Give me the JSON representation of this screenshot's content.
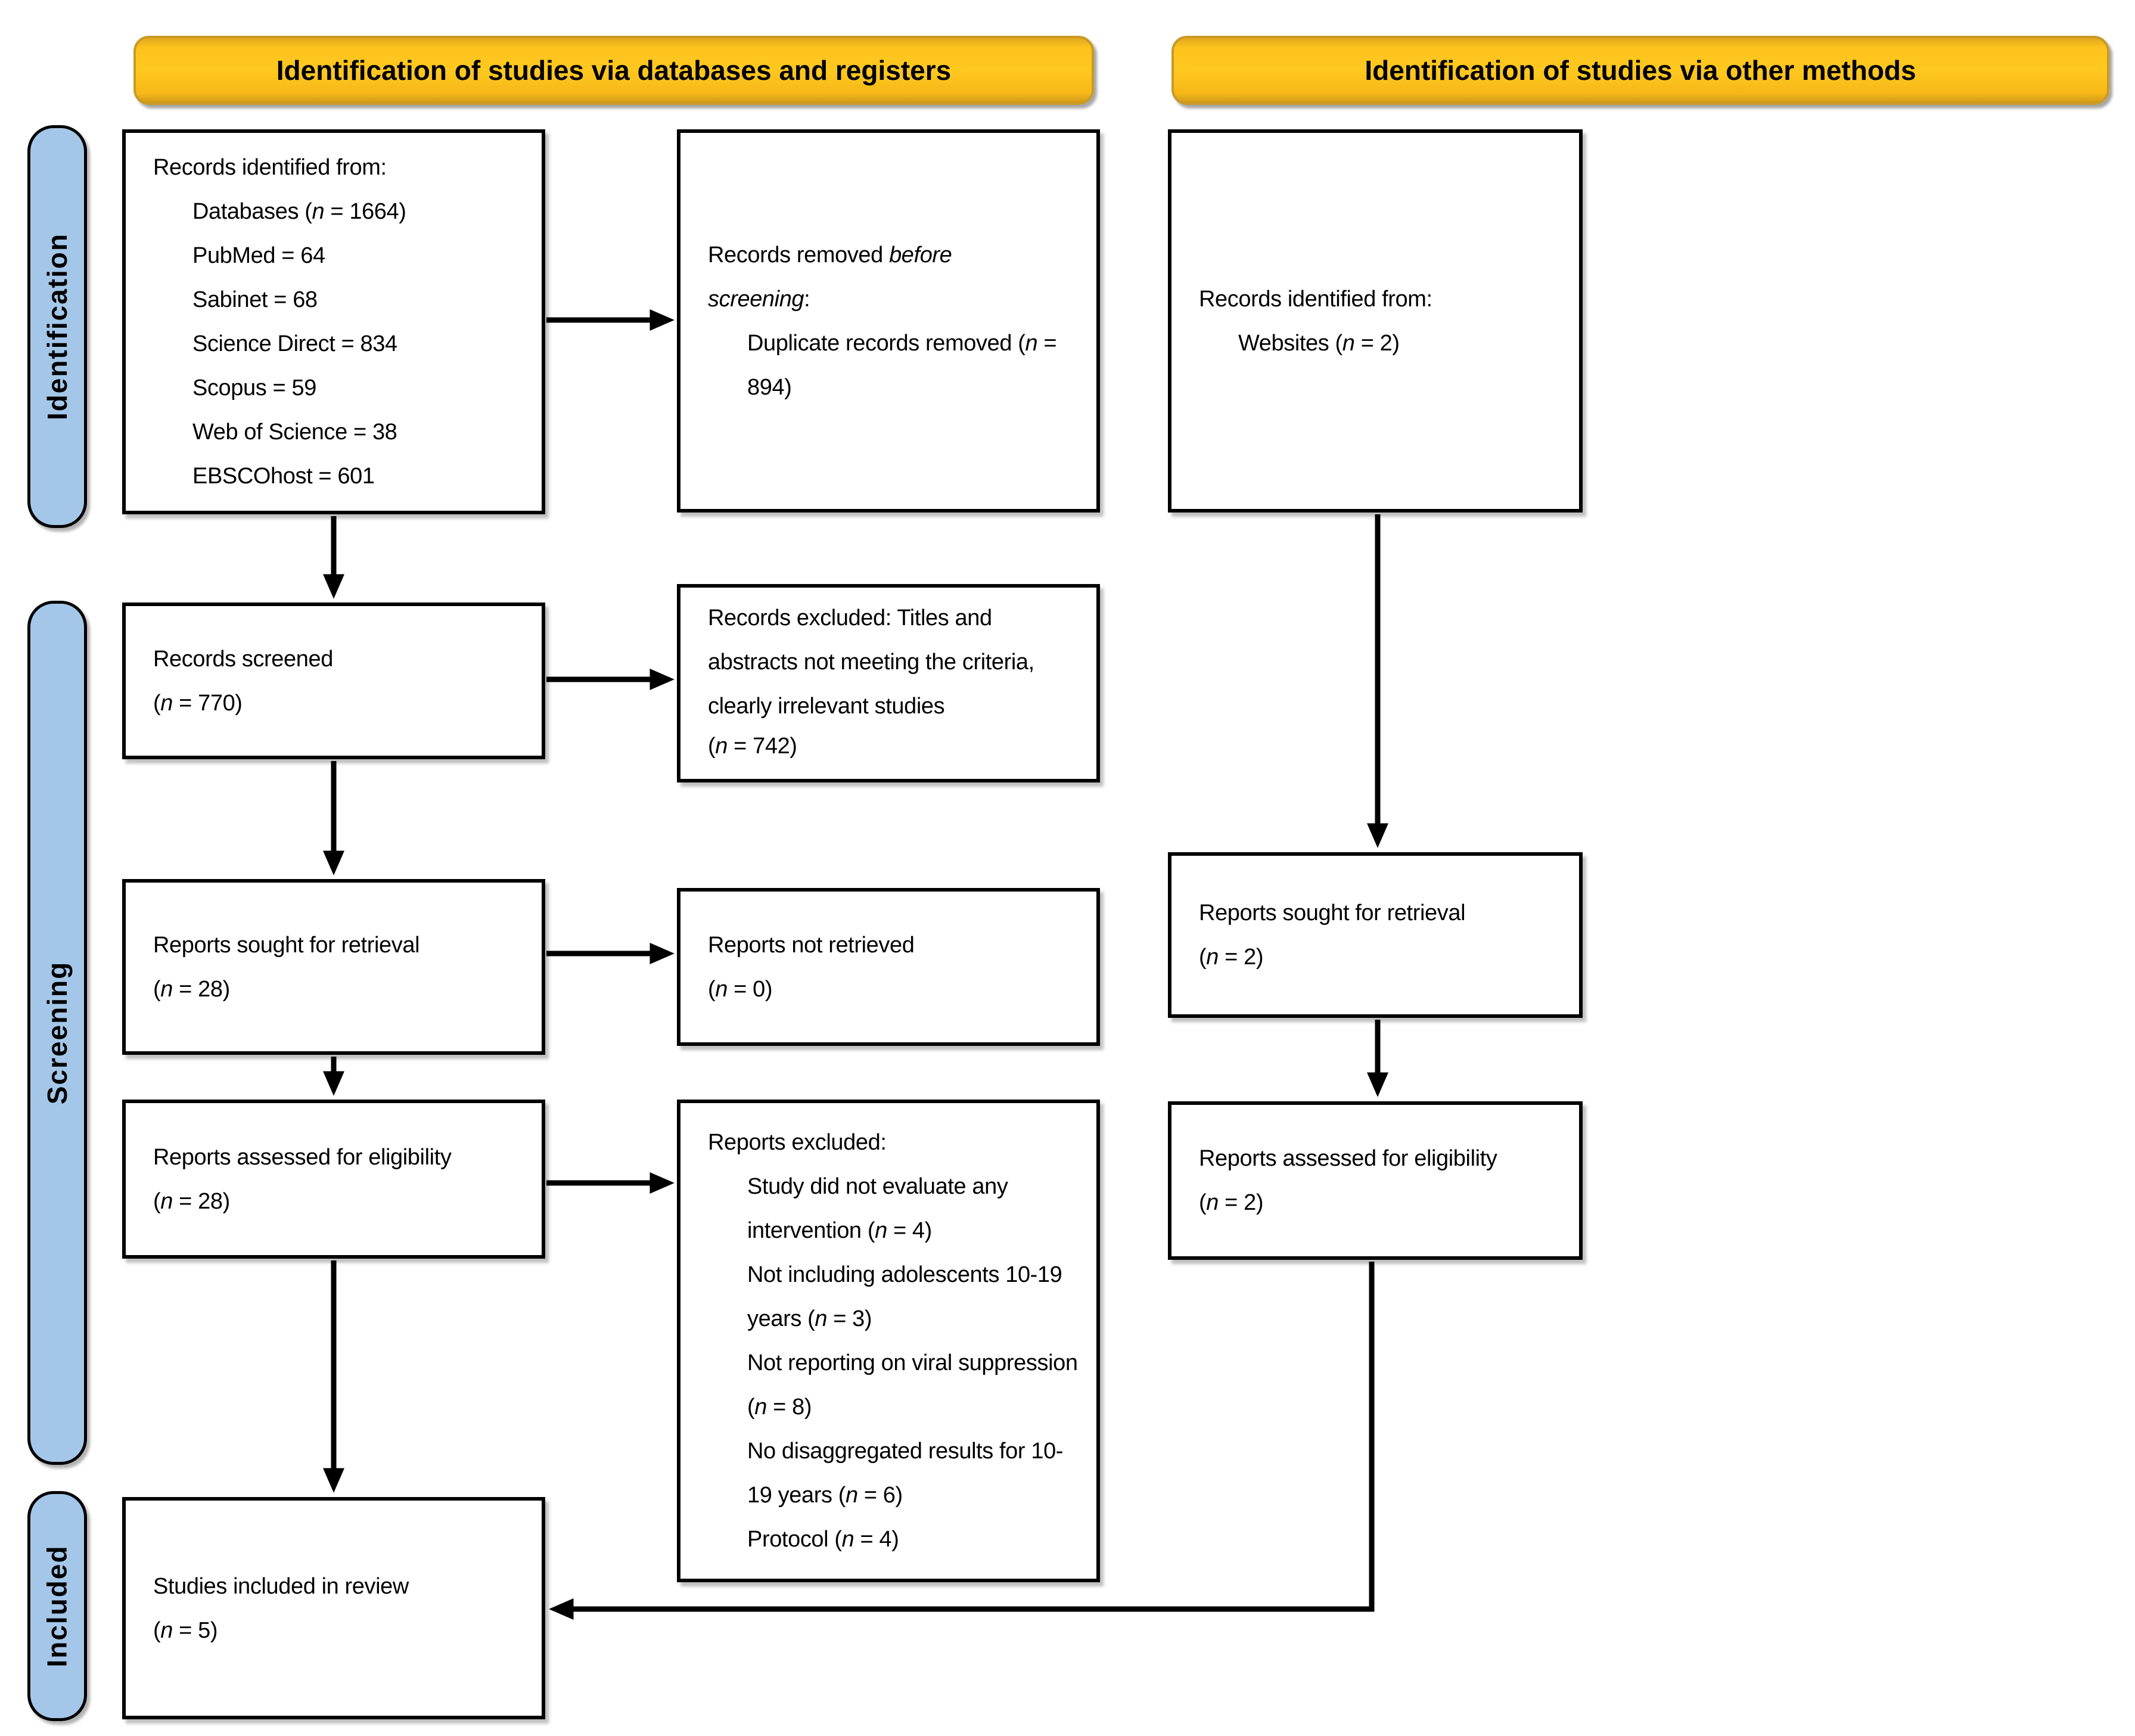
{
  "banners": {
    "left": "Identification of studies via databases and registers",
    "right": "Identification of studies via other methods"
  },
  "sidebar": {
    "identification": "Identification",
    "screening": "Screening",
    "included": "Included"
  },
  "colors": {
    "banner_fill": "#FFC000",
    "banner_border": "#C99A25",
    "sidebar_fill": "#A4C7E9",
    "box_border": "#000000",
    "arrow": "#000000"
  },
  "boxes": {
    "db_identified": {
      "lines": [
        {
          "text": "Records identified from:",
          "indent": 0
        },
        {
          "text": "Databases (*n* = 1664)",
          "indent": 1
        },
        {
          "text": "PubMed = 64",
          "indent": 1
        },
        {
          "text": "Sabinet = 68",
          "indent": 1
        },
        {
          "text": "Science Direct = 834",
          "indent": 1
        },
        {
          "text": "Scopus = 59",
          "indent": 1
        },
        {
          "text": "Web of Science = 38",
          "indent": 1
        },
        {
          "text": "EBSCOhost = 601",
          "indent": 1
        }
      ]
    },
    "removed_before_screening": {
      "lines": [
        {
          "text": "Records removed *before*",
          "indent": 0
        },
        {
          "text": "*screening*:",
          "indent": 0
        },
        {
          "text": "Duplicate records removed (*n* = 894)",
          "indent": 1
        }
      ]
    },
    "web_identified": {
      "lines": [
        {
          "text": "Records identified from:",
          "indent": 0
        },
        {
          "text": "Websites (*n* = 2)",
          "indent": 1
        }
      ]
    },
    "records_screened": {
      "lines": [
        {
          "text": "Records screened",
          "indent": 0
        },
        {
          "text": "(*n* = 770)",
          "indent": 0
        }
      ]
    },
    "records_excluded": {
      "lines": [
        {
          "text": "Records excluded: Titles and abstracts not meeting the criteria, clearly irrelevant studies",
          "indent": 0
        },
        {
          "text": "(*n* = 742)",
          "indent": 0
        }
      ]
    },
    "reports_sought_db": {
      "lines": [
        {
          "text": "Reports sought for retrieval",
          "indent": 0
        },
        {
          "text": "(*n* = 28)",
          "indent": 0
        }
      ]
    },
    "reports_not_retrieved": {
      "lines": [
        {
          "text": "Reports not retrieved",
          "indent": 0
        },
        {
          "text": "(*n* = 0)",
          "indent": 0
        }
      ]
    },
    "reports_sought_other": {
      "lines": [
        {
          "text": "Reports sought for retrieval",
          "indent": 0
        },
        {
          "text": "(*n* = 2)",
          "indent": 0
        }
      ]
    },
    "reports_assessed_db": {
      "lines": [
        {
          "text": "Reports assessed for eligibility",
          "indent": 0
        },
        {
          "text": "(*n* = 28)",
          "indent": 0
        }
      ]
    },
    "reports_excluded_detail": {
      "lines": [
        {
          "text": "Reports excluded:",
          "indent": 0
        },
        {
          "text": "Study did not evaluate any intervention (*n* = 4)",
          "indent": 1
        },
        {
          "text": "Not including adolescents 10-19 years (*n* = 3)",
          "indent": 1
        },
        {
          "text": "Not reporting on viral suppression (*n* = 8)",
          "indent": 1
        },
        {
          "text": "No disaggregated results for 10-19 years (*n* = 6)",
          "indent": 1
        },
        {
          "text": "Protocol (*n* = 4)",
          "indent": 1
        }
      ]
    },
    "reports_assessed_other": {
      "lines": [
        {
          "text": "Reports assessed for eligibility",
          "indent": 0
        },
        {
          "text": "(*n* = 2)",
          "indent": 0
        }
      ]
    },
    "studies_included": {
      "lines": [
        {
          "text": "Studies included in review",
          "indent": 0
        },
        {
          "text": "(*n* = 5)",
          "indent": 0
        }
      ]
    }
  }
}
